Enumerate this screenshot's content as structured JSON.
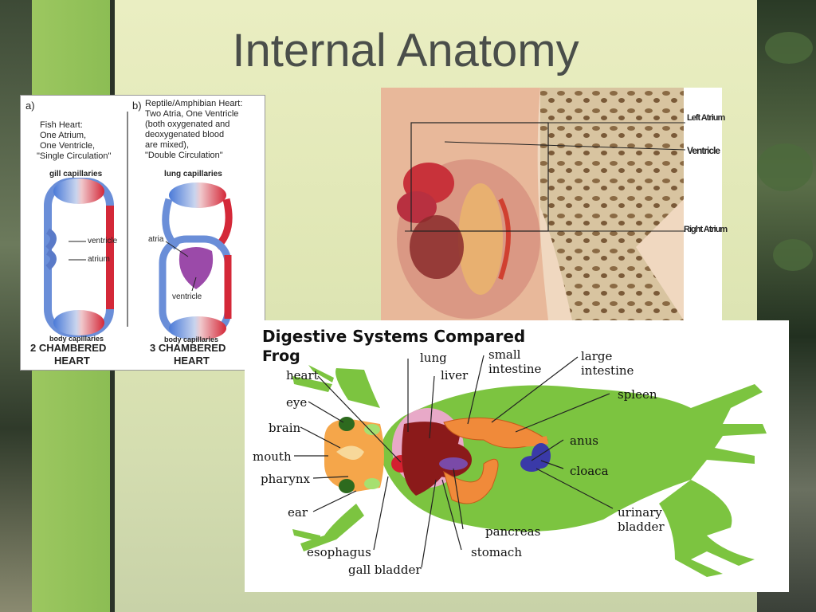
{
  "slide": {
    "title": "Internal Anatomy"
  },
  "heart_diagram": {
    "a": {
      "letter": "a)",
      "description": [
        "Fish Heart:",
        "One Atrium,",
        "One Ventricle,",
        "\"Single Circulation\""
      ],
      "top_label": "gill capillaries",
      "ventricle": "ventricle",
      "atrium": "atrium",
      "bottom_label": "body capillaries",
      "caption_1": "2 CHAMBERED",
      "caption_2": "HEART"
    },
    "b": {
      "letter": "b)",
      "description": [
        "Reptile/Amphibian Heart:",
        "Two  Atria, One Ventricle",
        "(both oxygenated and",
        "deoxygenated blood",
        "are mixed),",
        "\"Double Circulation\""
      ],
      "top_label": "lung capillaries",
      "atria": "atria",
      "ventricle": "ventricle",
      "bottom_label": "body capillaries",
      "caption_1": "3 CHAMBERED",
      "caption_2": "HEART"
    }
  },
  "photo": {
    "labels": {
      "left_atrium": "Left Atrium",
      "ventricle": "Ventricle",
      "right_atrium": "Right Atrium"
    }
  },
  "frog_diagram": {
    "title": "Digestive Systems Compared",
    "subtitle": "Frog",
    "labels": {
      "heart": "heart",
      "eye": "eye",
      "brain": "brain",
      "mouth": "mouth",
      "pharynx": "pharynx",
      "ear": "ear",
      "esophagus": "esophagus",
      "gall_bladder": "gall bladder",
      "lung": "lung",
      "liver": "liver",
      "small_intestine_1": "small",
      "small_intestine_2": "intestine",
      "large_intestine_1": "large",
      "large_intestine_2": "intestine",
      "spleen": "spleen",
      "anus": "anus",
      "cloaca": "cloaca",
      "urinary_bladder_1": "urinary",
      "urinary_bladder_2": "bladder",
      "pancreas": "pancreas",
      "stomach": "stomach"
    },
    "colors": {
      "body": "#7cc440",
      "head": "#f5a64a",
      "lung": "#e8a9c8",
      "liver": "#8b1a1a",
      "intestine": "#f08a3a",
      "cloaca": "#3a3aa8",
      "stomach_purple": "#7a4aa8"
    }
  }
}
